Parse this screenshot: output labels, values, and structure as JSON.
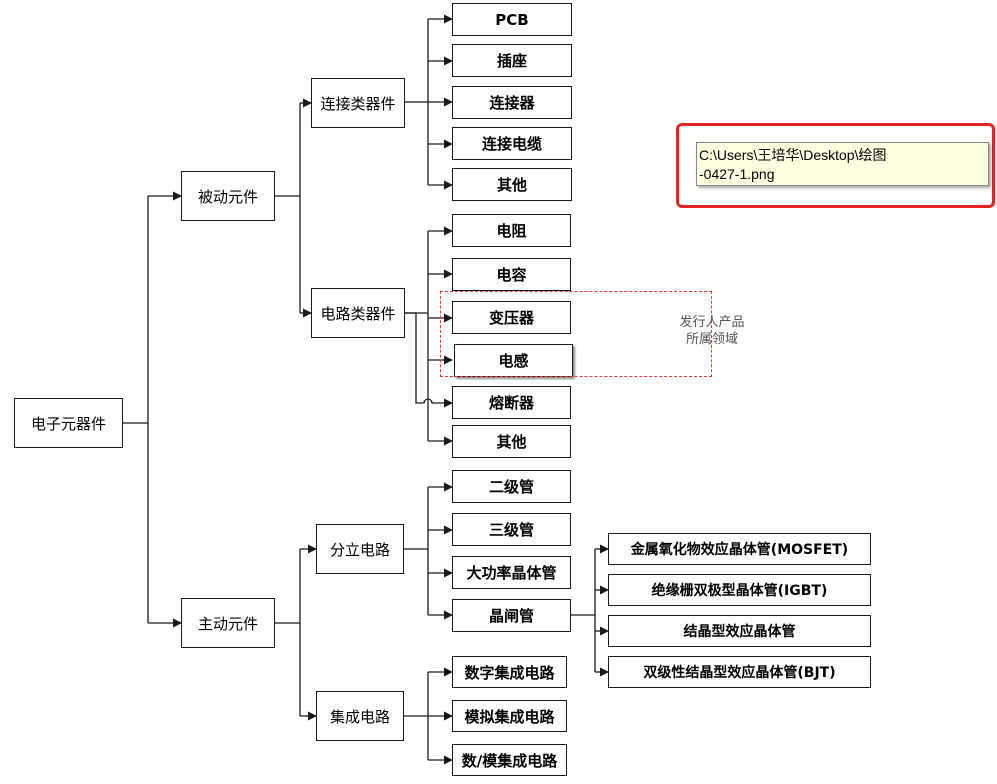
{
  "tree": {
    "root": "电子元器件",
    "passive": "被动元件",
    "active": "主动元件",
    "connector_class": "连接类器件",
    "circuit_class": "电路类器件",
    "pcb": "PCB",
    "socket": "插座",
    "connector": "连接器",
    "connector_cable": "连接电缆",
    "other_1": "其他",
    "resistor": "电阻",
    "capacitor": "电容",
    "transformer": "变压器",
    "inductor": "电感",
    "fuse": "熔断器",
    "other_2": "其他",
    "discrete": "分立电路",
    "integrated": "集成电路",
    "diode": "二级管",
    "triode": "三级管",
    "power_transistor": "大功率晶体管",
    "thyristor": "晶闸管",
    "mosfet": "金属氧化物效应晶体管(MOSFET)",
    "igbt": "绝缘栅双极型晶体管(IGBT)",
    "jfet": "结晶型效应晶体管",
    "bjt": "双级性结晶型效应晶体管(BJT)",
    "digital_ic": "数字集成电路",
    "analog_ic": "模拟集成电路",
    "mixed_ic": "数/模集成电路"
  },
  "annotation": {
    "line1": "发行人产品",
    "line2": "所属领域",
    "color": "#e53935"
  },
  "tooltip": {
    "line1": "C:\\Users\\王培华\\Desktop\\绘图",
    "line2": "-0427-1.png",
    "frame_color": "#e02424"
  }
}
